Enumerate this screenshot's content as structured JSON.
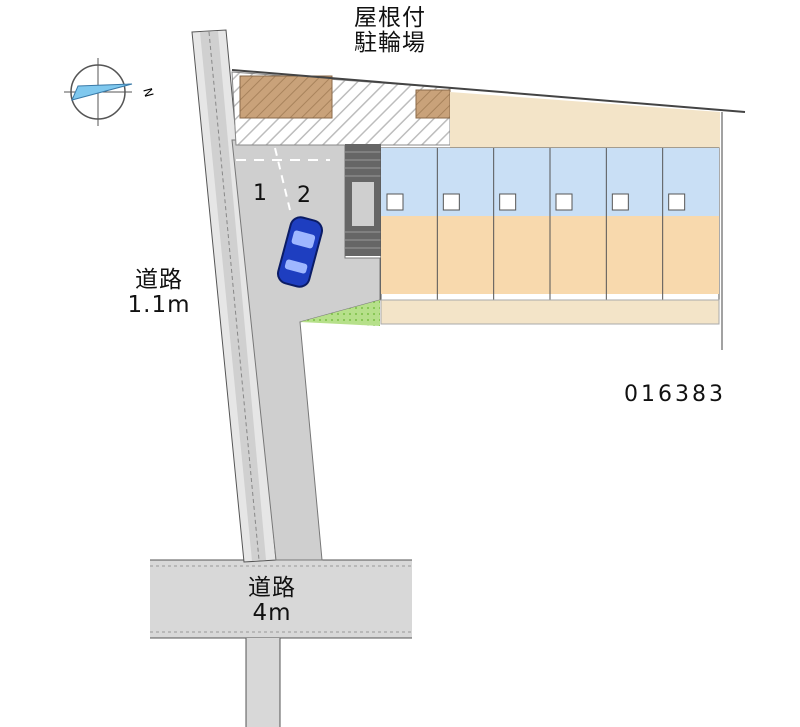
{
  "bike_parking": {
    "line1": "屋根付",
    "line2": "駐輪場"
  },
  "road_side": {
    "name": "道路",
    "width": "1.1m"
  },
  "road_main": {
    "name": "道路",
    "width": "4m"
  },
  "property_code": "016383",
  "parking_slots": [
    "1",
    "2"
  ],
  "compass": {
    "north_label": "N"
  },
  "colors": {
    "road": "#d8d8d8",
    "parking_lot": "#cfcfcf",
    "building_bath": "#c9dff5",
    "building_room": "#f8d9ad",
    "balcony": "#f3e4c8",
    "car": "#1e3ec0",
    "grass": "#9fd36a",
    "compass_blue": "#7fc8ee"
  }
}
